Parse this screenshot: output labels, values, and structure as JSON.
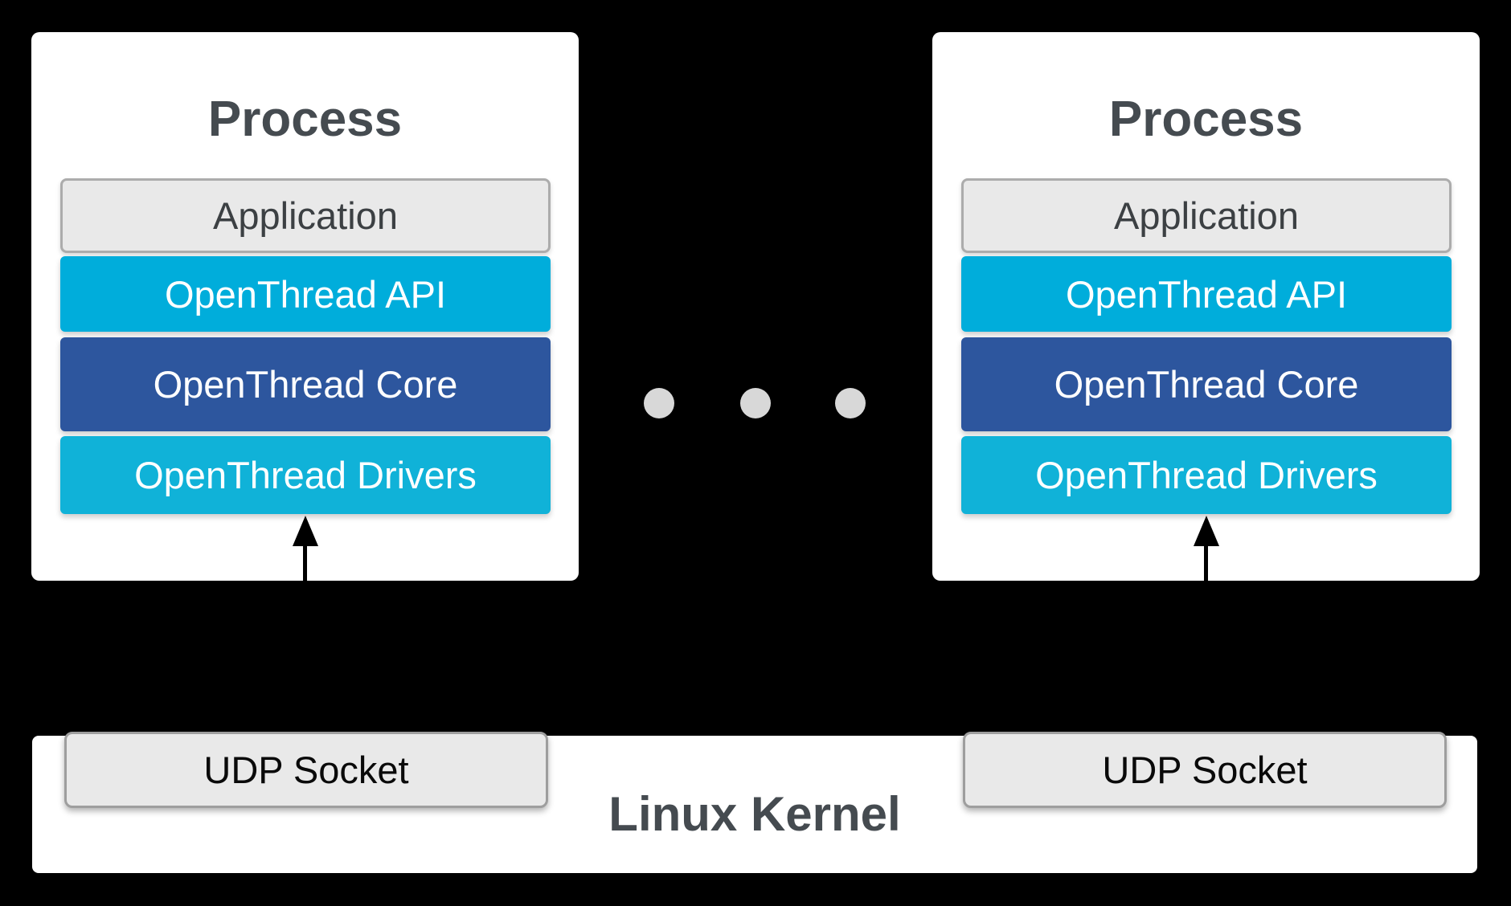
{
  "diagram": {
    "processes": [
      {
        "title": "Process",
        "layers": [
          {
            "label": "Application"
          },
          {
            "label": "OpenThread API"
          },
          {
            "label": "OpenThread Core"
          },
          {
            "label": "OpenThread Drivers"
          }
        ]
      },
      {
        "title": "Process",
        "layers": [
          {
            "label": "Application"
          },
          {
            "label": "OpenThread API"
          },
          {
            "label": "OpenThread Core"
          },
          {
            "label": "OpenThread Drivers"
          }
        ]
      }
    ],
    "kernel": {
      "label": "Linux Kernel",
      "sockets": [
        {
          "label": "UDP Socket"
        },
        {
          "label": "UDP Socket"
        }
      ]
    },
    "icons": {
      "up_arrow": "▲",
      "ellipsis_dot": "●"
    },
    "colors": {
      "background": "#000000",
      "panel": "#FFFFFF",
      "api_cyan": "#00ADDB",
      "core_blue": "#2D569E",
      "drivers_cyan": "#10B2D8",
      "gray_box": "#E9E9E9",
      "gray_border": "#9E9E9E",
      "title_text": "#454B50",
      "dot_gray": "#D8D8D8"
    }
  }
}
